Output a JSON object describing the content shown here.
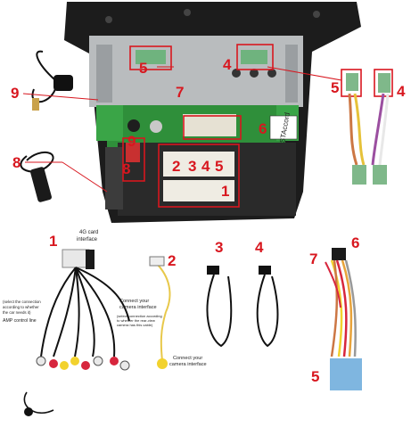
{
  "product": {
    "chassis_label": "STAccord"
  },
  "callouts_top": {
    "c1": "1",
    "c2": "2",
    "c3": "3",
    "c4": "4",
    "c5": "5",
    "c4b": "4",
    "c5b": "5",
    "c4c": "4",
    "c5c": "5",
    "c6": "6",
    "c7": "7",
    "c8": "8",
    "c9": "9",
    "c9b": "9",
    "c8b": "8"
  },
  "callouts_bottom": {
    "c1": "1",
    "c2": "2",
    "c3": "3",
    "c4": "4",
    "c5": "5",
    "c6": "6",
    "c7": "7"
  },
  "labels": {
    "card_4g_1": "4G card",
    "card_4g_2": "interface",
    "select_note_1": "(select the connection",
    "select_note_2": "according to whether",
    "select_note_3": "the car needs it)",
    "amp": "AMP control line",
    "camera_top_1": "Connect your",
    "camera_top_2": "camera interface",
    "camera_note_1": "(select connection according",
    "camera_note_2": "to whether the rear-view",
    "camera_note_3": "camera has this cable)",
    "camera_bottom_1": "Connect your",
    "camera_bottom_2": "camera interface"
  },
  "colors": {
    "callout": "#d8171f",
    "frame": "#1c1c1c",
    "pcb_green": "#2f8f3a",
    "metal": "#b9bcbe",
    "connector_green": "#7fb88a"
  }
}
